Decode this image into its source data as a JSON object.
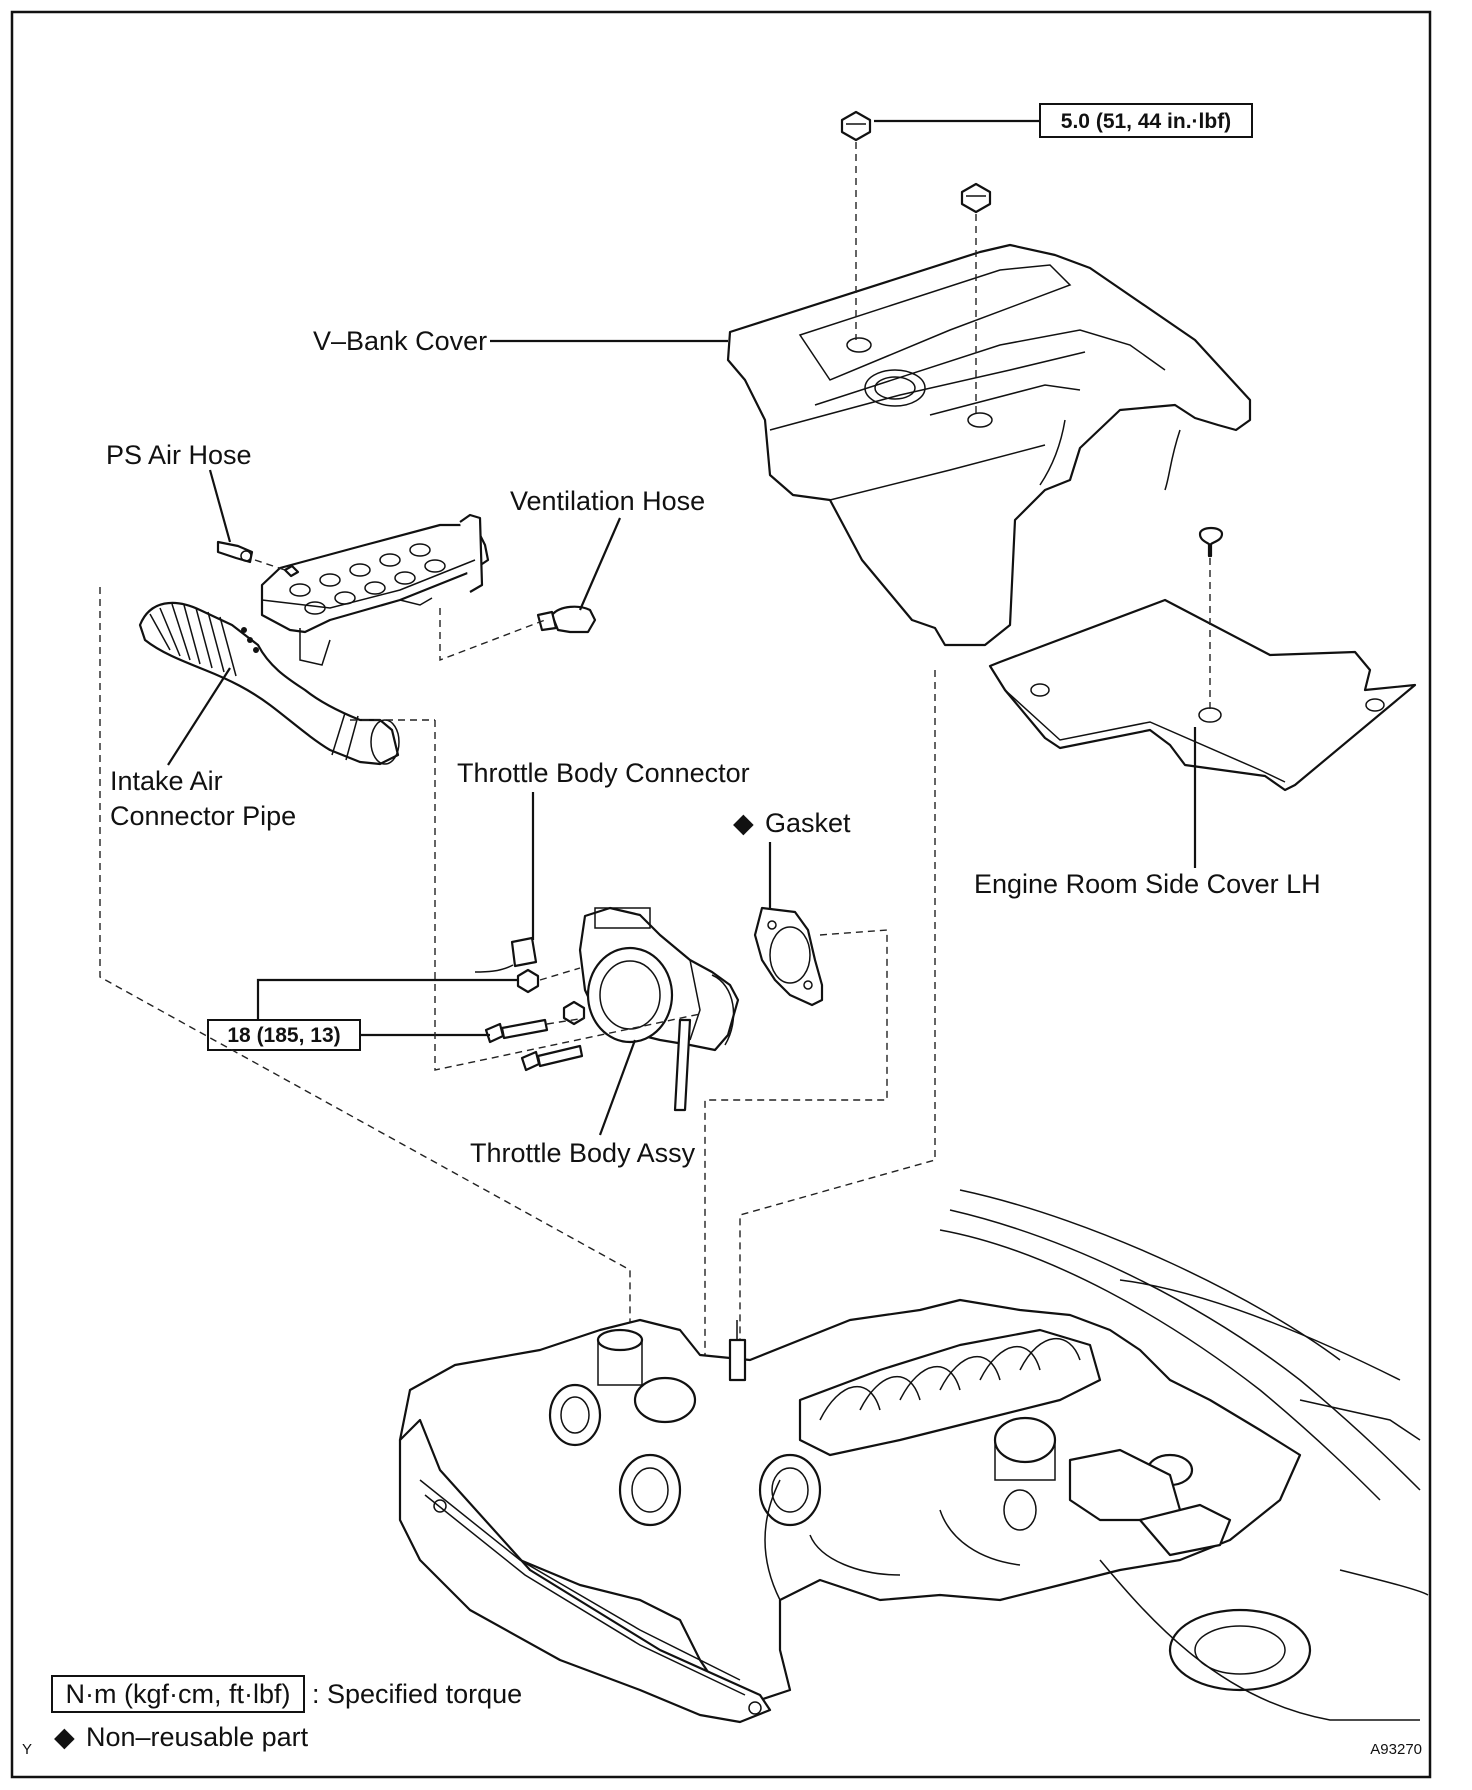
{
  "labels": {
    "v_bank_cover": "V–Bank Cover",
    "ps_air_hose": "PS Air Hose",
    "ventilation_hose": "Ventilation Hose",
    "intake_air_line1": "Intake Air",
    "intake_air_line2": "Connector Pipe",
    "throttle_body_connector": "Throttle Body Connector",
    "gasket": "Gasket",
    "engine_room_side_cover": "Engine Room Side Cover LH",
    "throttle_body_assy": "Throttle Body Assy"
  },
  "torque_specs": {
    "v_bank_nut": "5.0 (51, 44 in.·lbf)",
    "throttle_bolts": "18 (185, 13)"
  },
  "legend": {
    "torque_unit": "N·m (kgf·cm, ft·lbf)",
    "torque_desc": ": Specified torque",
    "non_reusable_symbol": "◆",
    "non_reusable_desc": "Non–reusable part"
  },
  "figure": {
    "corner_mark": "Y",
    "figure_id": "A93270"
  }
}
